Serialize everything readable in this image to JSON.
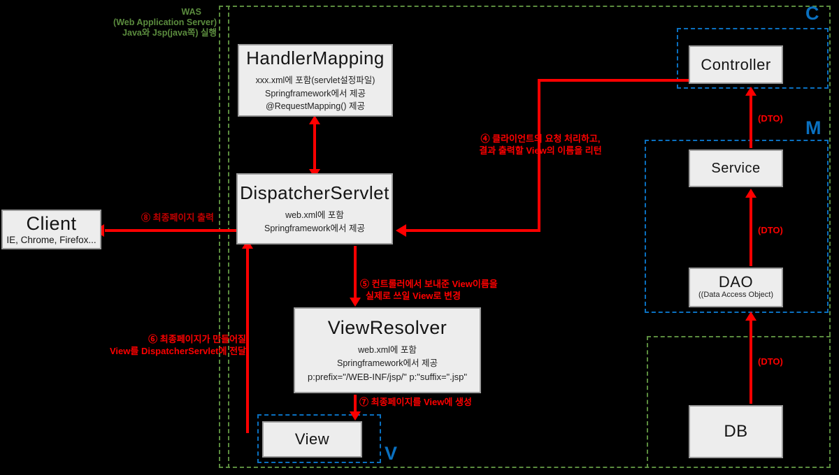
{
  "was_note": {
    "title": "WAS",
    "line2": "(Web Application Server)",
    "line3": "Java와 Jsp(java쪽) 실행"
  },
  "regions": {
    "c": "C",
    "m": "M",
    "v": "V"
  },
  "boxes": {
    "handler_mapping": {
      "title": "HandlerMapping",
      "lines": [
        "xxx.xml에 포함(servlet설정파일)",
        "Springframework에서 제공",
        "@RequestMapping() 제공"
      ]
    },
    "dispatcher_servlet": {
      "title": "DispatcherServlet",
      "lines": [
        "web.xml에 포함",
        "Springframework에서 제공"
      ]
    },
    "view_resolver": {
      "title": "ViewResolver",
      "lines": [
        "web.xml에 포함",
        "Springframework에서 제공",
        "p:prefix=\"/WEB-INF/jsp/\" p:\"suffix=\".jsp\""
      ]
    },
    "client": {
      "title": "Client",
      "subtitle": "IE, Chrome, Firefox..."
    },
    "controller": {
      "title": "Controller"
    },
    "service": {
      "title": "Service"
    },
    "dao": {
      "title": "DAO",
      "subtitle": "((Data Access Object)"
    },
    "view": {
      "title": "View"
    },
    "db": {
      "title": "DB"
    }
  },
  "labels": {
    "step4_line1": "④ 클라이언트의 요청 처리하고,",
    "step4_line2": "결과 출력할 View의 이름을 리턴",
    "step5_line1": "⑤ 컨트롤러에서 보내준 View이름을",
    "step5_line2": "실제로 쓰일 View로 변경",
    "step6_line1": "⑥ 최종페이지가 만들어질",
    "step6_line2": "View를 DispatcherServlet에 전달",
    "step7": "⑦ 최종페이지를 View에 생성",
    "step8": "⑧ 최종페이지 출력",
    "dto_controller": "(DTO)",
    "dto_service": "(DTO)",
    "dto_dao": "(DTO)"
  },
  "colors": {
    "background": "#000000",
    "green": "#5b8c3e",
    "blue": "#0a70c0",
    "red": "#ff0000",
    "dark_red": "#c00000",
    "box_bg": "#ededed",
    "box_border": "#9b9b9b"
  }
}
